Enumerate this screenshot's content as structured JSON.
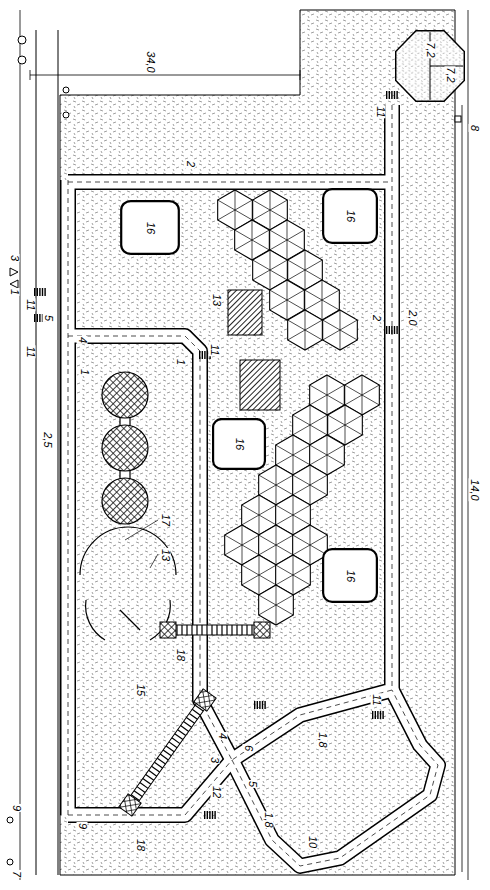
{
  "diagram": {
    "nodes": [
      {
        "text": [
          "7,2",
          "7,2"
        ]
      },
      {
        "text": [
          "16"
        ]
      },
      {
        "text": [
          "16"
        ]
      },
      {
        "text": [
          "16"
        ]
      },
      {
        "text": [
          "16"
        ]
      }
    ],
    "labels": [
      "34,0",
      "14,0",
      "3",
      "1",
      "11",
      "5",
      "4",
      "1",
      "1",
      "11",
      "2",
      "2",
      "2,0",
      "11",
      "11",
      "8",
      "2,5",
      "13",
      "13",
      "17",
      "15",
      "18",
      "18",
      "4",
      "3",
      "6",
      "12",
      "5",
      "1,8",
      "1,8",
      "10",
      "9",
      "7",
      "9",
      "11"
    ]
  }
}
